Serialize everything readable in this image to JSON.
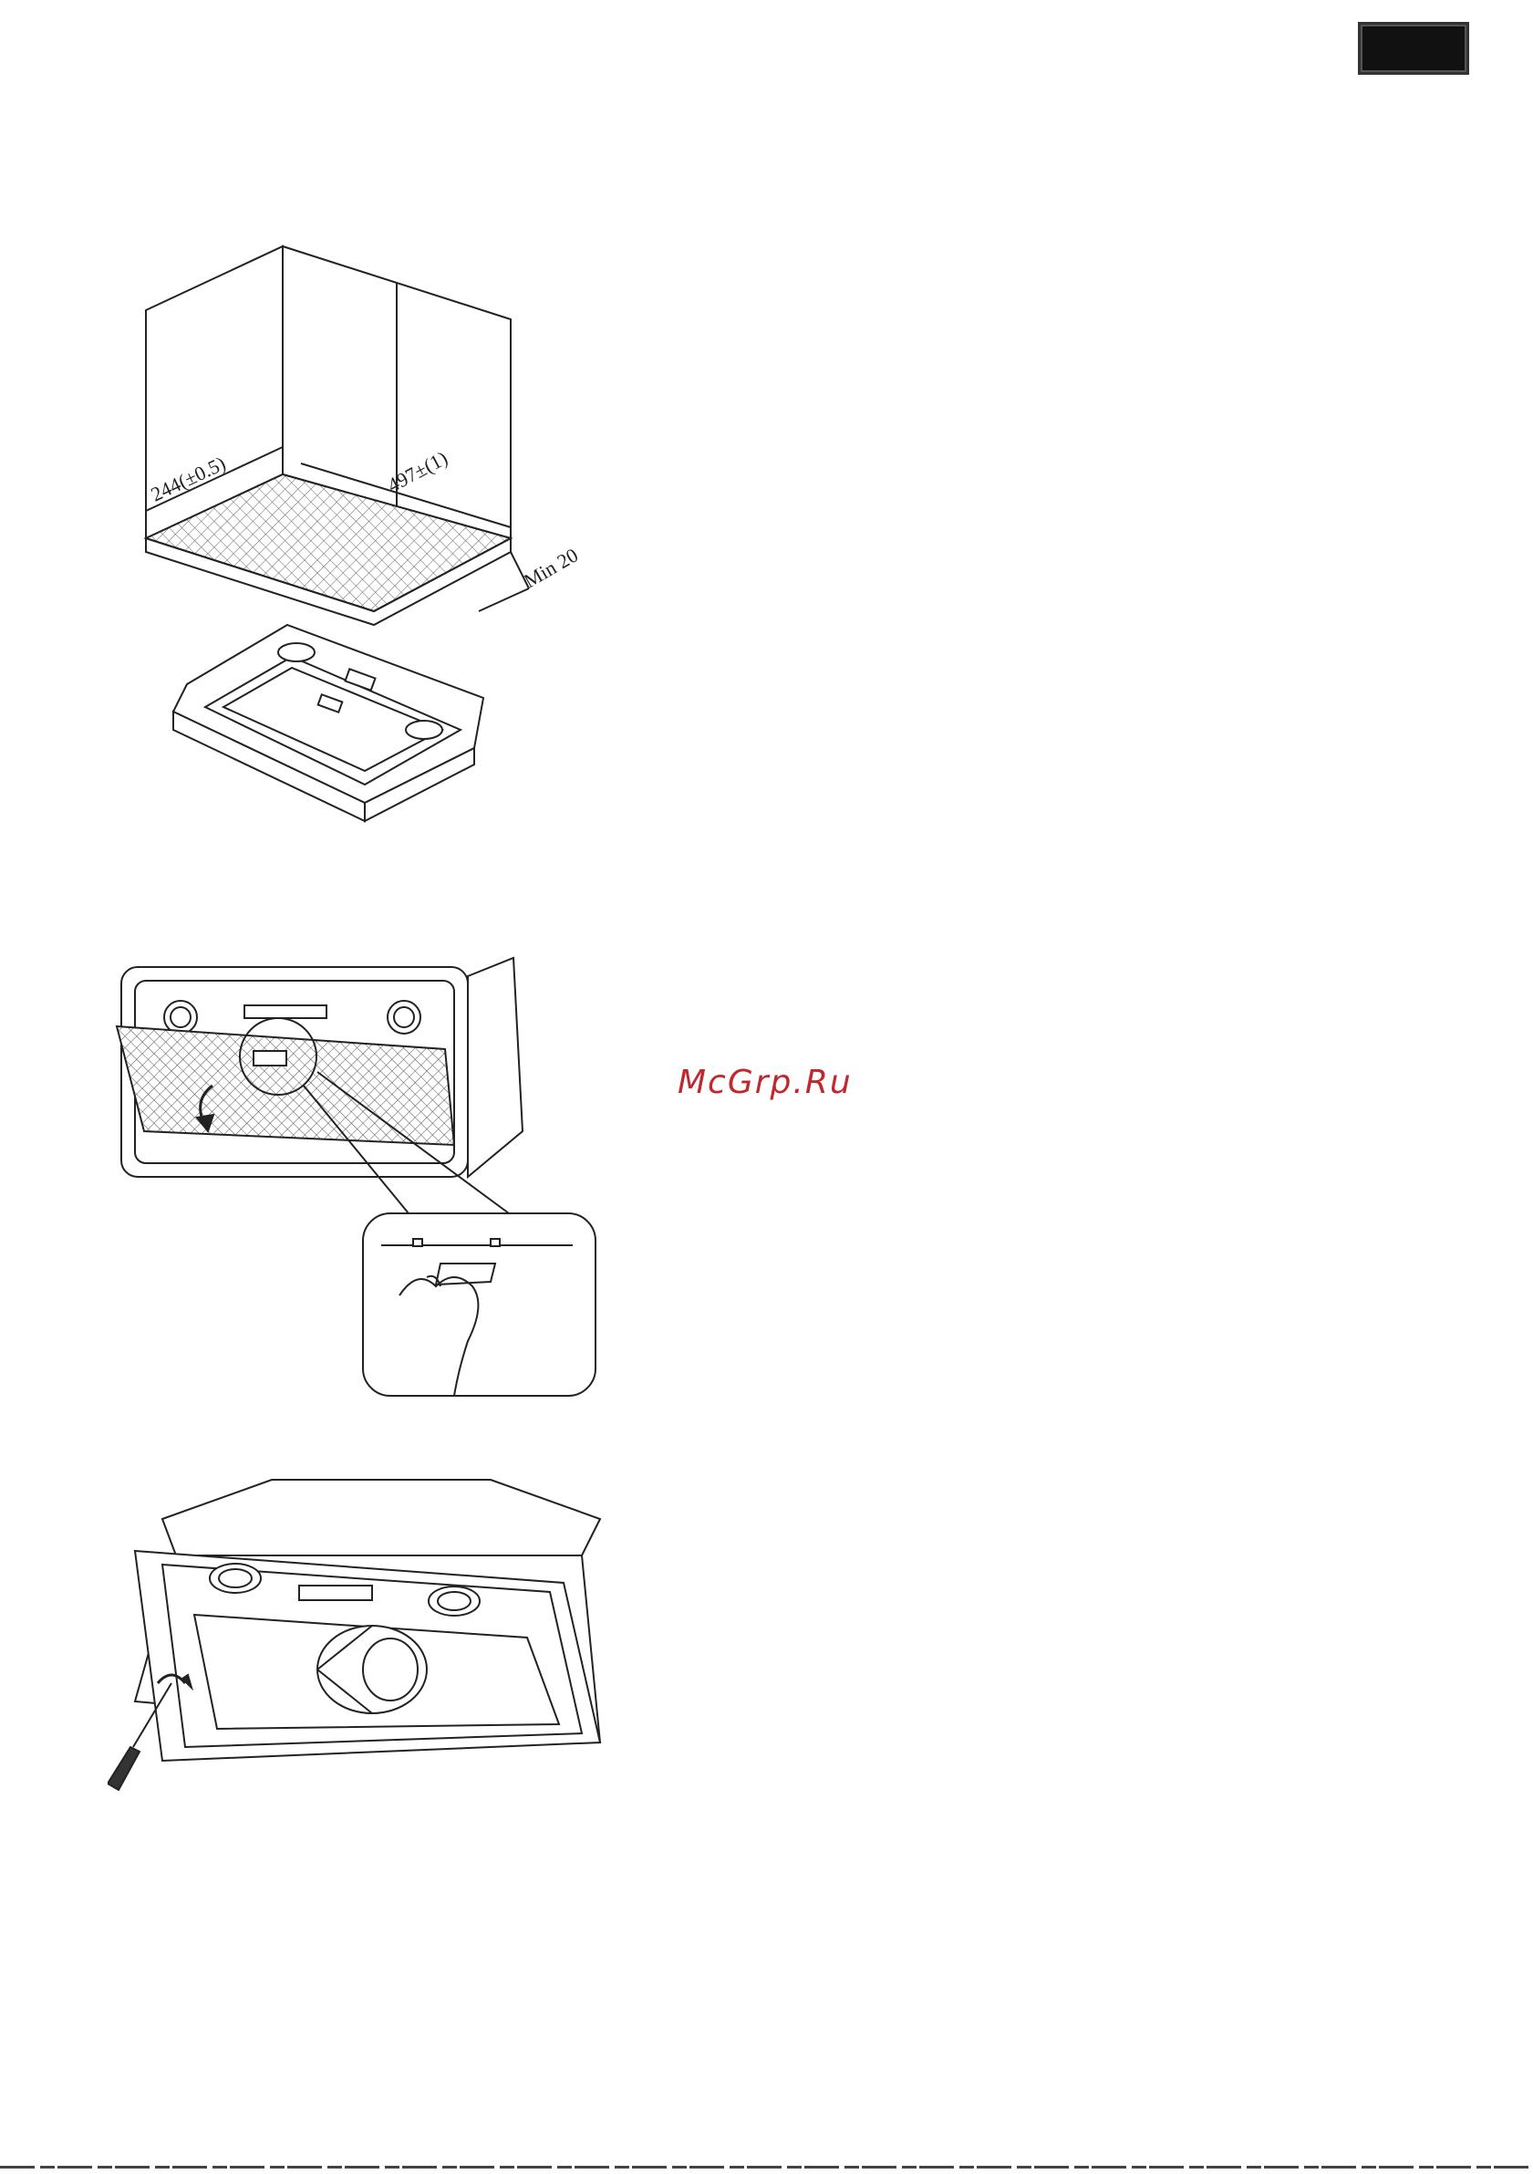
{
  "figure1": {
    "dimension_width": "244(±0.5)",
    "dimension_length": "497±(1)",
    "dimension_gap": "Min 20"
  },
  "watermark": "McGrp.Ru"
}
